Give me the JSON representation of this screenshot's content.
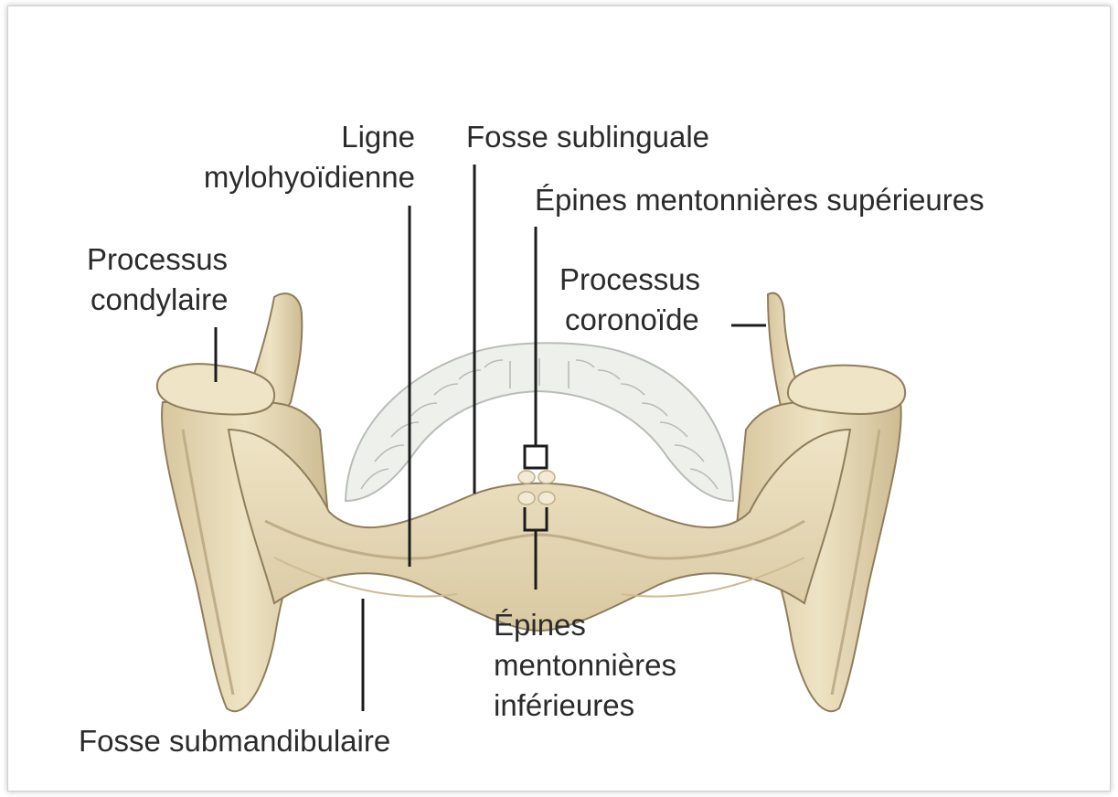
{
  "colors": {
    "bone": "#e6d9b8",
    "bone_shadow": "#bfae88",
    "bone_outline": "#8e7e5c",
    "teeth": "#eef0ec",
    "teeth_shadow": "#b9bcb6",
    "leader": "#1c1c1c",
    "text": "#2b2b2b"
  },
  "labels": {
    "ligne": {
      "l1": "Ligne",
      "l2": "mylohyoïdienne"
    },
    "fosse_sublinguale": "Fosse sublinguale",
    "epines_sup": "Épines mentonnières supérieures",
    "processus_condylaire": {
      "l1": "Processus",
      "l2": "condylaire"
    },
    "processus_coronoide": {
      "l1": "Processus",
      "l2": "coronoïde"
    },
    "epines_inf": {
      "l1": "Épines",
      "l2": "mentonnières",
      "l3": "inférieures"
    },
    "fosse_submandibulaire": "Fosse submandibulaire"
  }
}
